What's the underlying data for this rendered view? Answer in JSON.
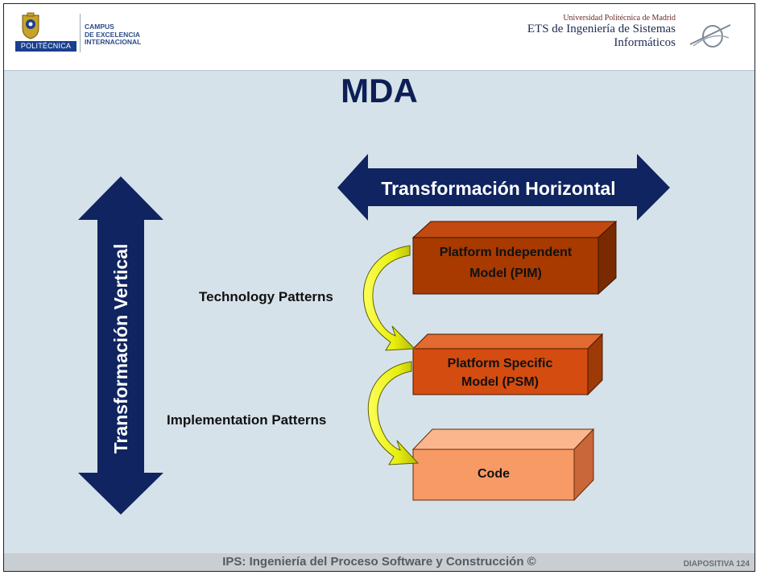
{
  "header": {
    "logo_bar_text": "POLITÉCNICA",
    "campus_lines": [
      "CAMPUS",
      "DE EXCELENCIA",
      "INTERNACIONAL"
    ],
    "university": "Universidad Politécnica de Madrid",
    "school_line1": "ETS de Ingeniería de Sistemas",
    "school_line2": "Informáticos"
  },
  "title": "MDA",
  "diagram": {
    "horizontal_arrow_label": "Transformación Horizontal",
    "vertical_arrow_label": "Transformación Vertical",
    "boxes": {
      "pim": [
        "Platform Independent",
        "Model (PIM)"
      ],
      "psm": [
        "Platform Specific",
        "Model (PSM)"
      ],
      "code": "Code"
    },
    "patterns": {
      "technology": "Technology Patterns",
      "implementation": "Implementation Patterns"
    },
    "colors": {
      "arrows": "#0f2460",
      "pim": "#a83a00",
      "psm": "#d44c10",
      "code": "#f79a66",
      "curved_arrow_fill": "#e8ee0e",
      "curved_arrow_shade": "#b2b80a"
    }
  },
  "footer": {
    "text": "IPS: Ingeniería del Proceso Software y Construcción ©",
    "page": "DIAPOSITIVA 124"
  }
}
